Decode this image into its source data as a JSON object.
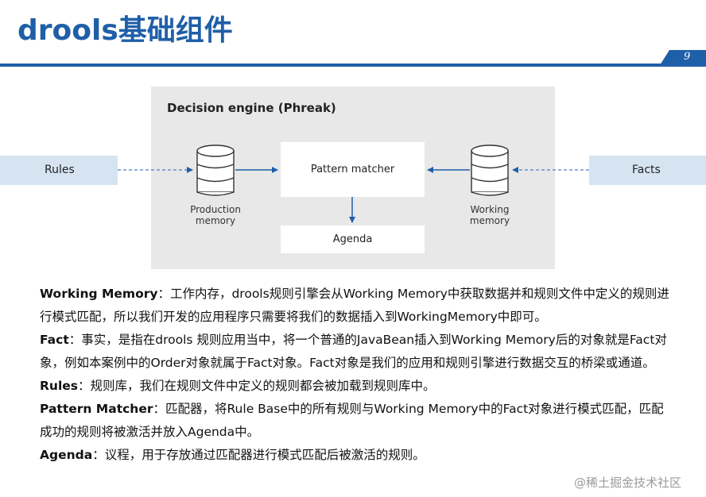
{
  "slide": {
    "title": "drools基础组件",
    "page_number": "9",
    "accent_color": "#1f5fa8"
  },
  "diagram": {
    "engine_title": "Decision engine (Phreak)",
    "rules_label": "Rules",
    "facts_label": "Facts",
    "pattern_matcher_label": "Pattern matcher",
    "agenda_label": "Agenda",
    "production_memory_label": [
      "Production",
      "memory"
    ],
    "working_memory_label": [
      "Working",
      "memory"
    ],
    "database_icon": "database-icon"
  },
  "descriptions": [
    {
      "term": "Working Memory",
      "text": "：工作内存，drools规则引擎会从Working Memory中获取数据并和规则文件中定义的规则进行模式匹配，所以我们开发的应用程序只需要将我们的数据插入到WorkingMemory中即可。"
    },
    {
      "term": "Fact",
      "text": "：事实，是指在drools 规则应用当中，将一个普通的JavaBean插入到Working Memory后的对象就是Fact对象，例如本案例中的Order对象就属于Fact对象。Fact对象是我们的应用和规则引擎进行数据交互的桥梁或通道。"
    },
    {
      "term": "Rules",
      "text": "：规则库，我们在规则文件中定义的规则都会被加载到规则库中。"
    },
    {
      "term": "Pattern Matcher",
      "text": "：匹配器，将Rule Base中的所有规则与Working Memory中的Fact对象进行模式匹配，匹配成功的规则将被激活并放入Agenda中。"
    },
    {
      "term": "Agenda",
      "text": "：议程，用于存放通过匹配器进行模式匹配后被激活的规则。"
    }
  ],
  "watermark": "@稀土掘金技术社区"
}
